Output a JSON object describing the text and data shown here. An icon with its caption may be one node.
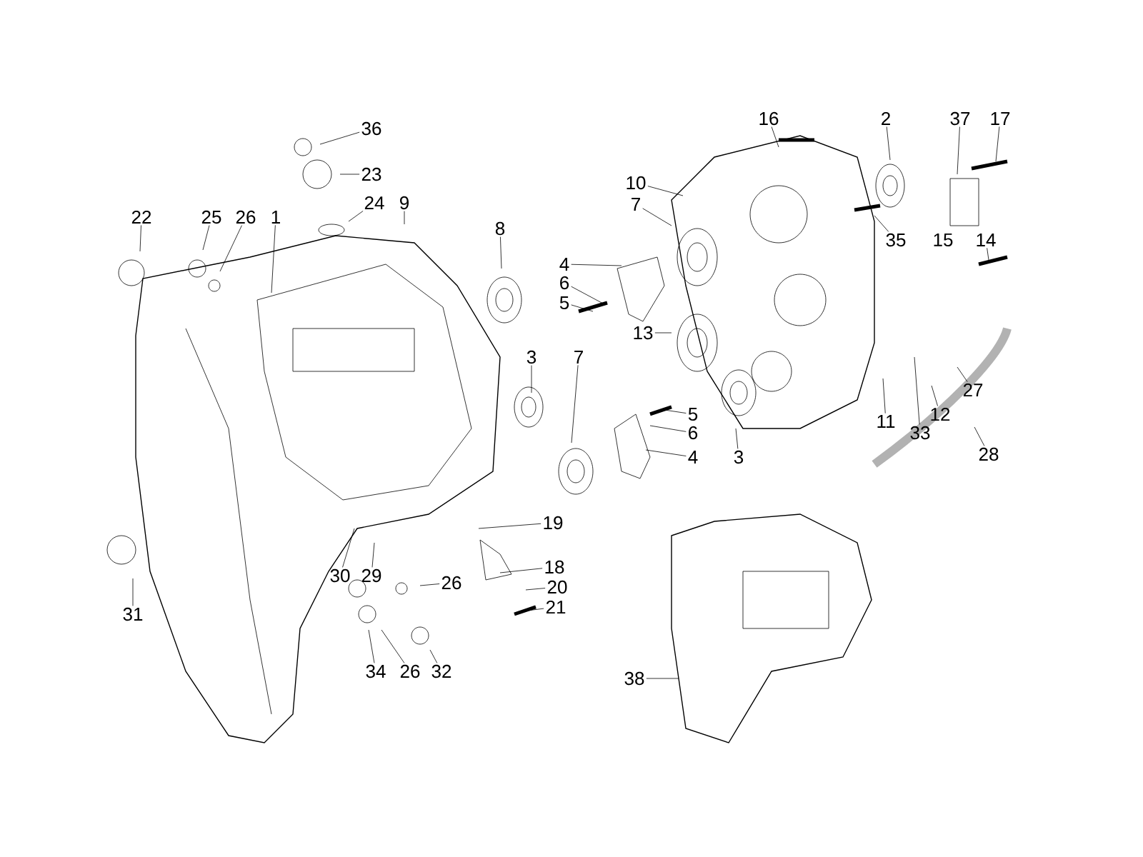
{
  "diagram": {
    "nodes": [
      {
        "text": [
          "16"
        ]
      },
      {
        "text": [
          "2"
        ]
      },
      {
        "text": [
          "37"
        ]
      },
      {
        "text": [
          "17"
        ]
      },
      {
        "text": [
          "36"
        ]
      },
      {
        "text": [
          "23"
        ]
      },
      {
        "text": [
          "10"
        ]
      },
      {
        "text": [
          "7"
        ]
      },
      {
        "text": [
          "22"
        ]
      },
      {
        "text": [
          "25"
        ]
      },
      {
        "text": [
          "26"
        ]
      },
      {
        "text": [
          "1"
        ]
      },
      {
        "text": [
          "24"
        ]
      },
      {
        "text": [
          "9"
        ]
      },
      {
        "text": [
          "8"
        ]
      },
      {
        "text": [
          "35"
        ]
      },
      {
        "text": [
          "14"
        ]
      },
      {
        "text": [
          "4"
        ]
      },
      {
        "text": [
          "6"
        ]
      },
      {
        "text": [
          "5"
        ]
      },
      {
        "text": [
          "13"
        ]
      },
      {
        "text": [
          "3"
        ]
      },
      {
        "text": [
          "7"
        ]
      },
      {
        "text": [
          "5"
        ]
      },
      {
        "text": [
          "6"
        ]
      },
      {
        "text": [
          "4"
        ]
      },
      {
        "text": [
          "3"
        ]
      },
      {
        "text": [
          "11"
        ]
      },
      {
        "text": [
          "12"
        ]
      },
      {
        "text": [
          "27"
        ]
      },
      {
        "text": [
          "33"
        ]
      },
      {
        "text": [
          "28"
        ]
      },
      {
        "text": [
          "19"
        ]
      },
      {
        "text": [
          "18"
        ]
      },
      {
        "text": [
          "20"
        ]
      },
      {
        "text": [
          "21"
        ]
      },
      {
        "text": [
          "30"
        ]
      },
      {
        "text": [
          "29"
        ]
      },
      {
        "text": [
          "26"
        ]
      },
      {
        "text": [
          "31"
        ]
      },
      {
        "text": [
          "34"
        ]
      },
      {
        "text": [
          "26"
        ]
      },
      {
        "text": [
          "32"
        ]
      },
      {
        "text": [
          "38"
        ]
      }
    ],
    "edges": [
      {
        "from": 0,
        "to": null,
        "arrow": "none"
      },
      {
        "from": 1,
        "to": null,
        "arrow": "none"
      },
      {
        "from": 2,
        "to": null,
        "arrow": "none"
      },
      {
        "from": 3,
        "to": null,
        "arrow": "none"
      },
      {
        "from": 4,
        "to": null,
        "arrow": "none"
      },
      {
        "from": 5,
        "to": null,
        "arrow": "none"
      },
      {
        "from": 6,
        "to": null,
        "arrow": "none"
      },
      {
        "from": 7,
        "to": null,
        "arrow": "none"
      },
      {
        "from": 8,
        "to": null,
        "arrow": "none"
      },
      {
        "from": 9,
        "to": null,
        "arrow": "none"
      },
      {
        "from": 10,
        "to": null,
        "arrow": "none"
      },
      {
        "from": 11,
        "to": null,
        "arrow": "none"
      },
      {
        "from": 12,
        "to": null,
        "arrow": "none"
      },
      {
        "from": 13,
        "to": null,
        "arrow": "none"
      },
      {
        "from": 14,
        "to": null,
        "arrow": "none"
      },
      {
        "from": 15,
        "to": null,
        "arrow": "none"
      },
      {
        "from": 16,
        "to": null,
        "arrow": "none"
      },
      {
        "from": 17,
        "to": null,
        "arrow": "none"
      },
      {
        "from": 18,
        "to": null,
        "arrow": "none"
      },
      {
        "from": 19,
        "to": null,
        "arrow": "none"
      },
      {
        "from": 20,
        "to": null,
        "arrow": "none"
      },
      {
        "from": 21,
        "to": null,
        "arrow": "none"
      },
      {
        "from": 22,
        "to": null,
        "arrow": "none"
      },
      {
        "from": 23,
        "to": null,
        "arrow": "none"
      },
      {
        "from": 24,
        "to": null,
        "arrow": "none"
      },
      {
        "from": 25,
        "to": null,
        "arrow": "none"
      },
      {
        "from": 26,
        "to": null,
        "arrow": "none"
      },
      {
        "from": 27,
        "to": null,
        "arrow": "none"
      },
      {
        "from": 28,
        "to": null,
        "arrow": "none"
      },
      {
        "from": 29,
        "to": null,
        "arrow": "none"
      },
      {
        "from": 30,
        "to": null,
        "arrow": "none"
      },
      {
        "from": 31,
        "to": null,
        "arrow": "none"
      },
      {
        "from": 32,
        "to": null,
        "arrow": "none"
      },
      {
        "from": 33,
        "to": null,
        "arrow": "none"
      },
      {
        "from": 34,
        "to": null,
        "arrow": "none"
      },
      {
        "from": 35,
        "to": null,
        "arrow": "none"
      },
      {
        "from": 36,
        "to": null,
        "arrow": "none"
      },
      {
        "from": 37,
        "to": null,
        "arrow": "none"
      },
      {
        "from": 38,
        "to": null,
        "arrow": "none"
      },
      {
        "from": 39,
        "to": null,
        "arrow": "none"
      },
      {
        "from": 40,
        "to": null,
        "arrow": "none"
      },
      {
        "from": 41,
        "to": null,
        "arrow": "none"
      },
      {
        "from": 42,
        "to": null,
        "arrow": "none"
      },
      {
        "from": 43,
        "to": null,
        "arrow": "none"
      }
    ],
    "labels": [
      "15"
    ]
  }
}
